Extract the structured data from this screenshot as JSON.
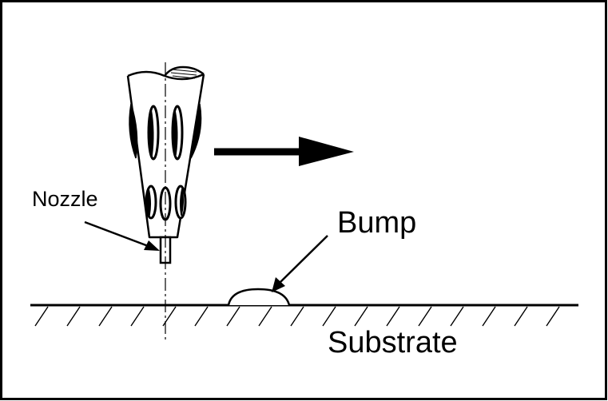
{
  "labels": {
    "nozzle": "Nozzle",
    "bump": "Bump",
    "substrate": "Substrate"
  },
  "colors": {
    "ink": "#000000",
    "background": "#ffffff"
  },
  "icons": {
    "motion_arrow": "right-arrow-icon"
  }
}
